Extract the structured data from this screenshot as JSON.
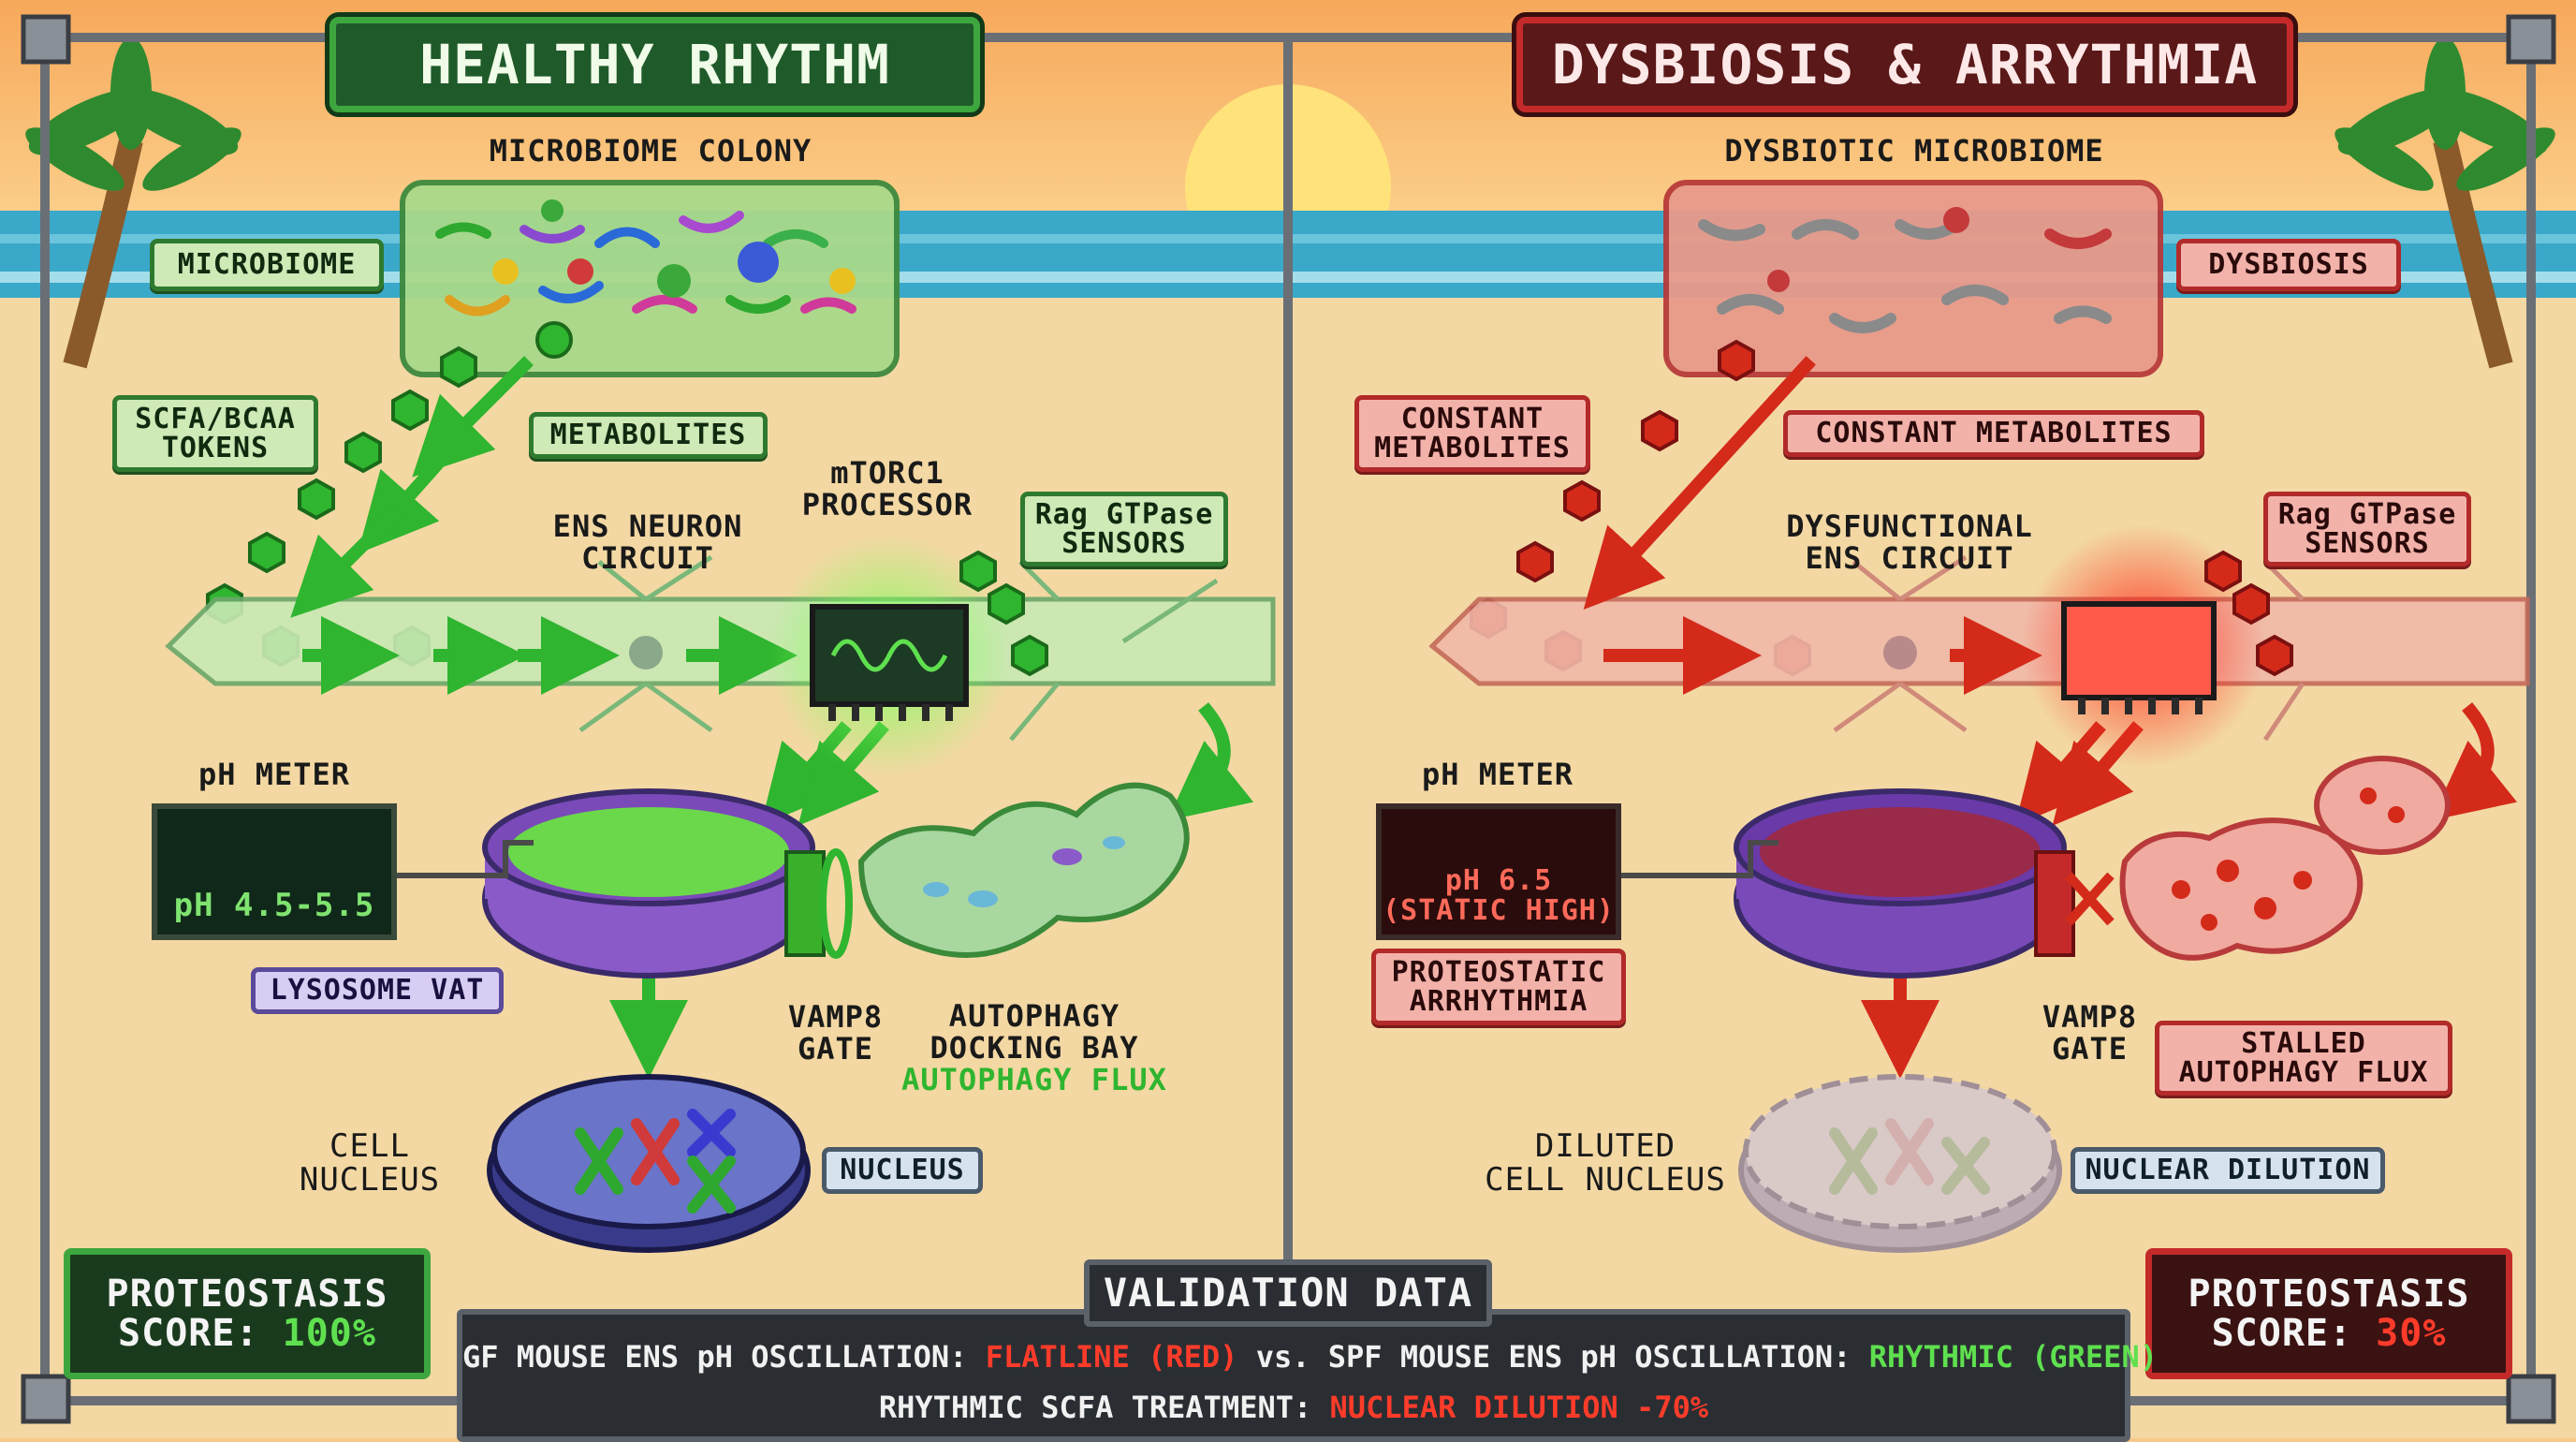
{
  "left_panel": {
    "title": "HEALTHY RHYTHM",
    "colony_label": "MICROBIOME COLONY",
    "microbiome_tag": "MICROBIOME",
    "tokens_tag": "SCFA/BCAA\nTOKENS",
    "metabolites_tag": "METABOLITES",
    "mtorc1_label": "mTORC1\nPROCESSOR",
    "ens_label": "ENS NEURON\nCIRCUIT",
    "rag_tag": "Rag GTPase\nSENSORS",
    "ph_meter_label": "pH METER",
    "ph_value": "pH 4.5-5.5",
    "lysosome_tag": "LYSOSOME VAT",
    "vamp8_label": "VAMP8\nGATE",
    "docking_label": "AUTOPHAGY\nDOCKING BAY",
    "flux_label": "AUTOPHAGY FLUX",
    "cell_nucleus_label": "CELL\nNUCLEUS",
    "nucleus_tag": "NUCLEUS",
    "score_label": "PROTEOSTASIS\nSCORE: ",
    "score_value": "100%"
  },
  "right_panel": {
    "title": "DYSBIOSIS & ARRYTHMIA",
    "colony_label": "DYSBIOTIC MICROBIOME",
    "dysbiosis_tag": "DYSBIOSIS",
    "constant_tag_left": "CONSTANT\nMETABOLITES",
    "constant_tag_right": "CONSTANT METABOLITES",
    "ens_label": "DYSFUNCTIONAL\nENS CIRCUIT",
    "rag_tag": "Rag GTPase\nSENSORS",
    "ph_meter_label": "pH METER",
    "ph_value": "pH 6.5\n(STATIC HIGH)",
    "arrhythmia_tag": "PROTEOSTATIC\nARRHYTHMIA",
    "vamp8_label": "VAMP8\nGATE",
    "stalled_tag": "STALLED\nAUTOPHAGY FLUX",
    "diluted_label": "DILUTED\nCELL NUCLEUS",
    "dilution_tag": "NUCLEAR DILUTION",
    "score_label": "PROTEOSTASIS\nSCORE: ",
    "score_value": "30%"
  },
  "validation": {
    "title": "VALIDATION DATA",
    "line1_a": "GF MOUSE ENS pH OSCILLATION: ",
    "line1_b": "FLATLINE (RED)",
    "line1_c": " vs. SPF MOUSE ENS pH OSCILLATION: ",
    "line1_d": "RHYTHMIC (GREEN)",
    "line2_a": "RHYTHMIC SCFA TREATMENT: ",
    "line2_b": "NUCLEAR DILUTION -70%"
  },
  "colors": {
    "healthy": "#3ea63e",
    "dysbiosis": "#c42a2a",
    "sand": "#f3d8a3",
    "ocean": "#3aa8c8",
    "sky": "#f6b064"
  }
}
